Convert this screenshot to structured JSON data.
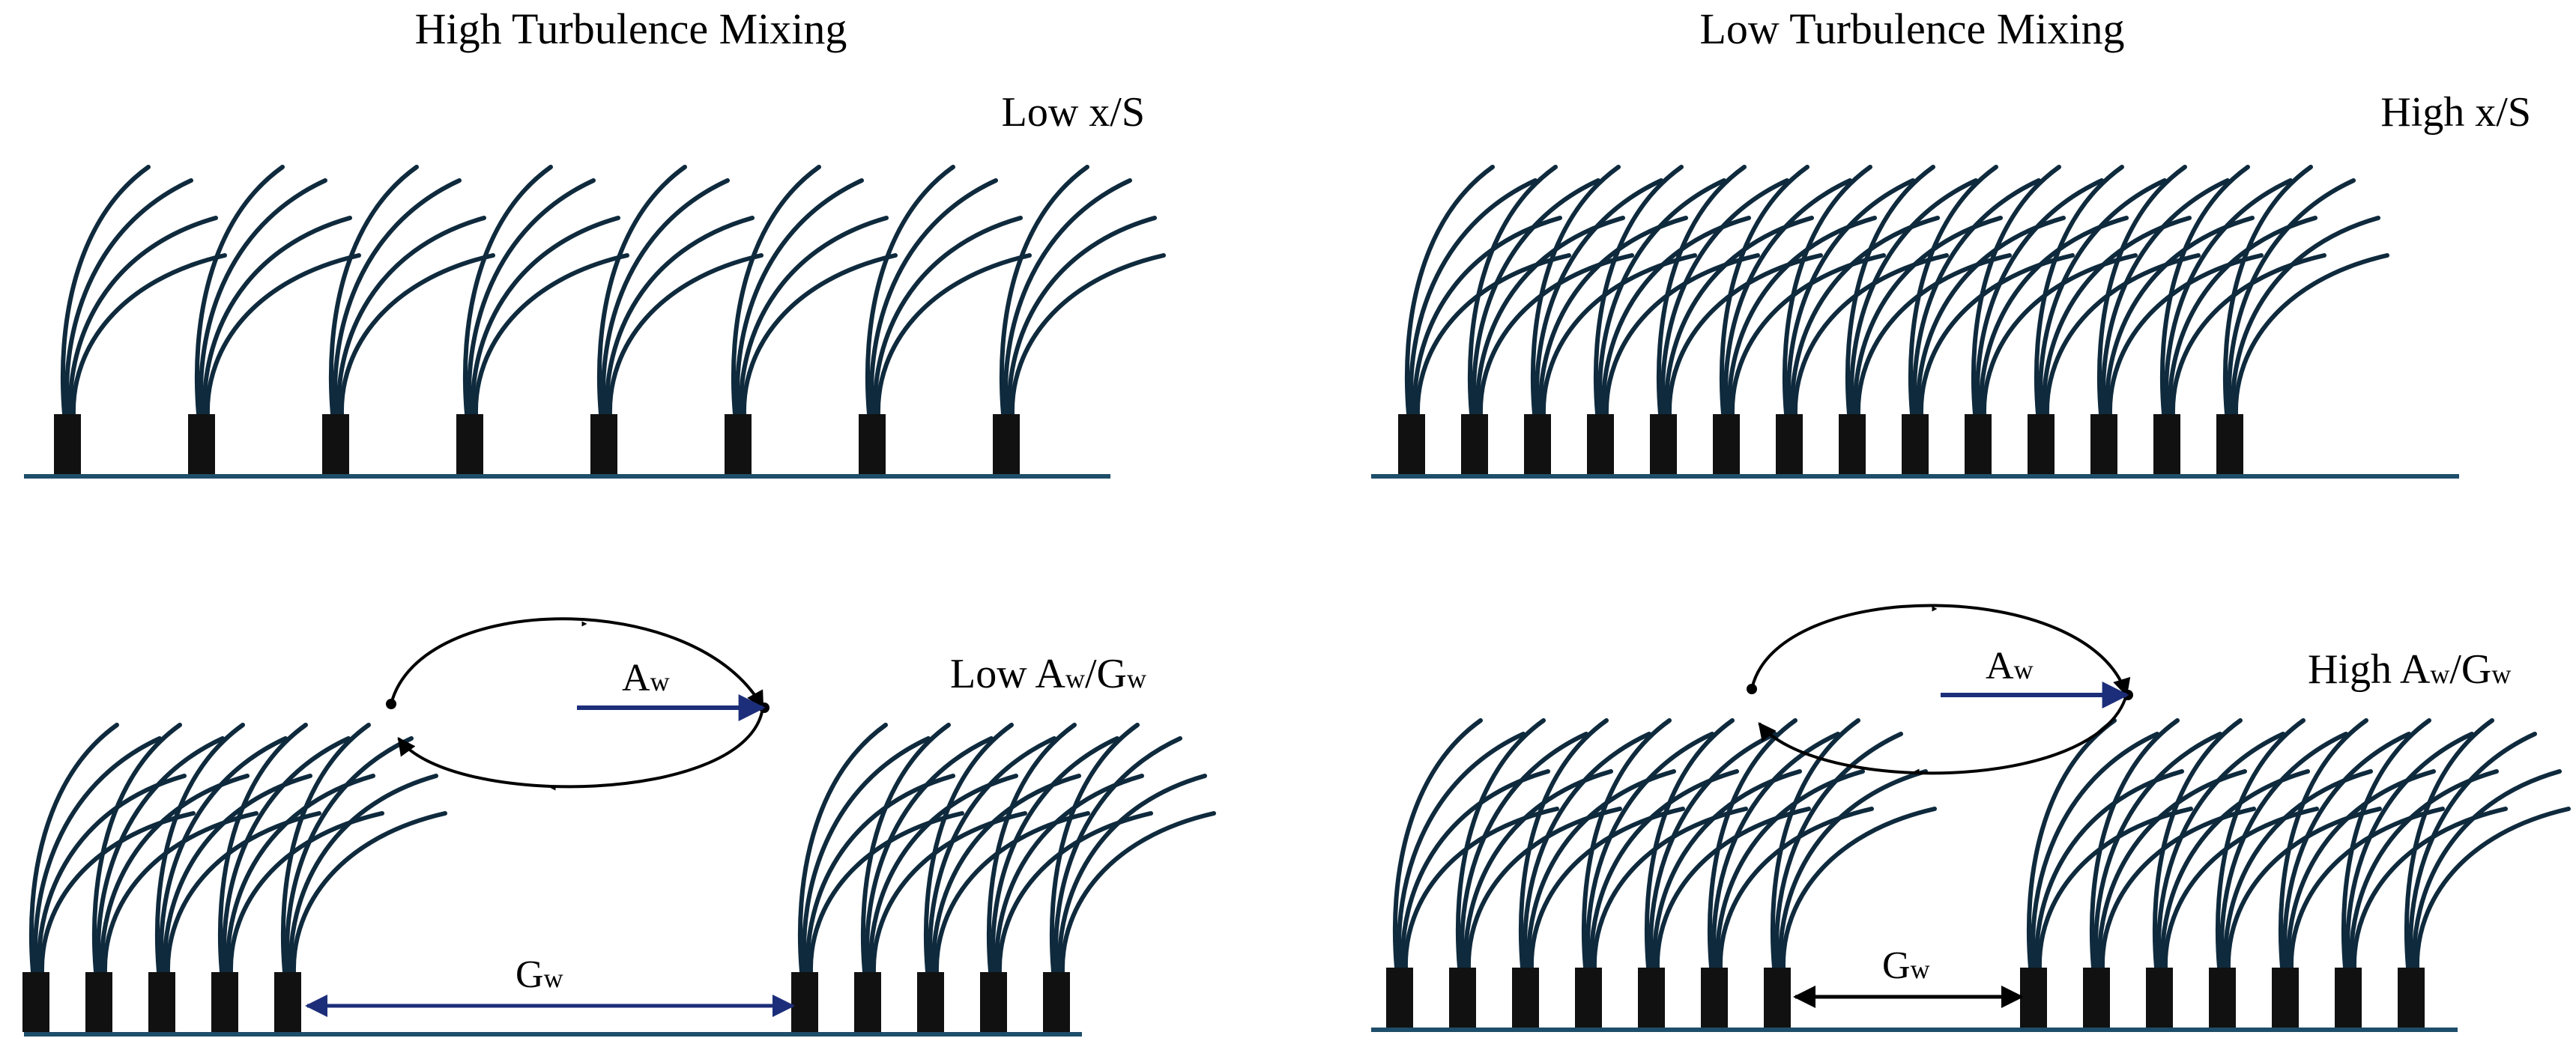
{
  "colors": {
    "plant": "#0f2a3d",
    "stem_base": "#111111",
    "ground": "#1e4e6a",
    "arrow_blue": "#1c2e7a",
    "arrow_black": "#000000"
  },
  "panels": {
    "top_left": {
      "title": "High Turbulence Mixing",
      "label": "Low x/S"
    },
    "top_right": {
      "title": "Low Turbulence Mixing",
      "label": "High x/S"
    },
    "bottom_left": {
      "label": {
        "A": "Low A",
        "w1": "w",
        "slash": "/G",
        "w2": "w"
      },
      "amplitude": {
        "A": "A",
        "w": "w"
      },
      "gap": {
        "G": "G",
        "w": "w"
      }
    },
    "bottom_right": {
      "label": {
        "A": "High A",
        "w1": "w",
        "slash": "/G",
        "w2": "w"
      },
      "amplitude": {
        "A": "A",
        "w": "w"
      },
      "gap": {
        "G": "G",
        "w": "w"
      }
    }
  },
  "icons": [
    "vegetation-stem-icon",
    "vortex-loop-icon",
    "double-arrow-icon"
  ]
}
